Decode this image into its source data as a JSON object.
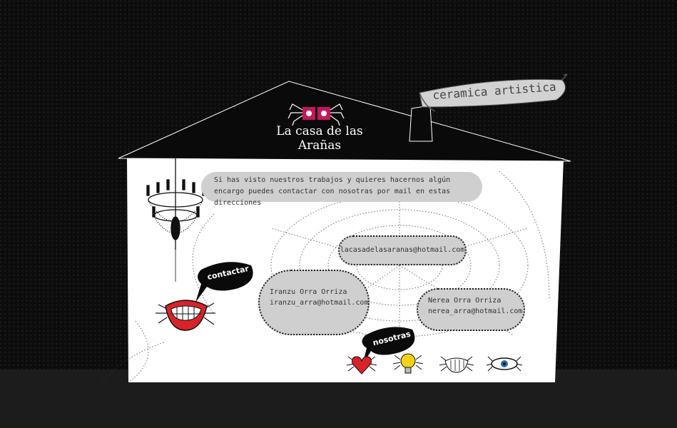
{
  "site": {
    "title": "La casa de las Arañas",
    "banner": "ceramica artistica"
  },
  "contact": {
    "intro": "Si has visto nuestros trabajos y quieres hacernos algún encargo puedes contactar con nosotras por mail en estas direcciones",
    "main_email": "lacasadelasaranas@hotmail.com",
    "people": [
      {
        "name": "Iranzu Orra Orriza",
        "email": "iranzu_arra@hotmail.com"
      },
      {
        "name": "Nerea Orra Orriza",
        "email": "nerea_arra@hotmail.com"
      }
    ]
  },
  "nav": {
    "contactar_label": "contactar",
    "nosotras_label": "nosotras"
  },
  "colors": {
    "background": "#0c0c0c",
    "roof": "#0a0a0a",
    "wall": "#ffffff",
    "bubble": "#cfcfcf",
    "accent_red": "#d8232a",
    "accent_pink": "#c2185b",
    "bulb_yellow": "#f2d21b"
  },
  "icons": [
    "spider-logo-icon",
    "chandelier-icon",
    "mouth-spider-icon",
    "heart-spider-icon",
    "bulb-spider-icon",
    "mouth-small-spider-icon",
    "eye-spider-icon"
  ]
}
